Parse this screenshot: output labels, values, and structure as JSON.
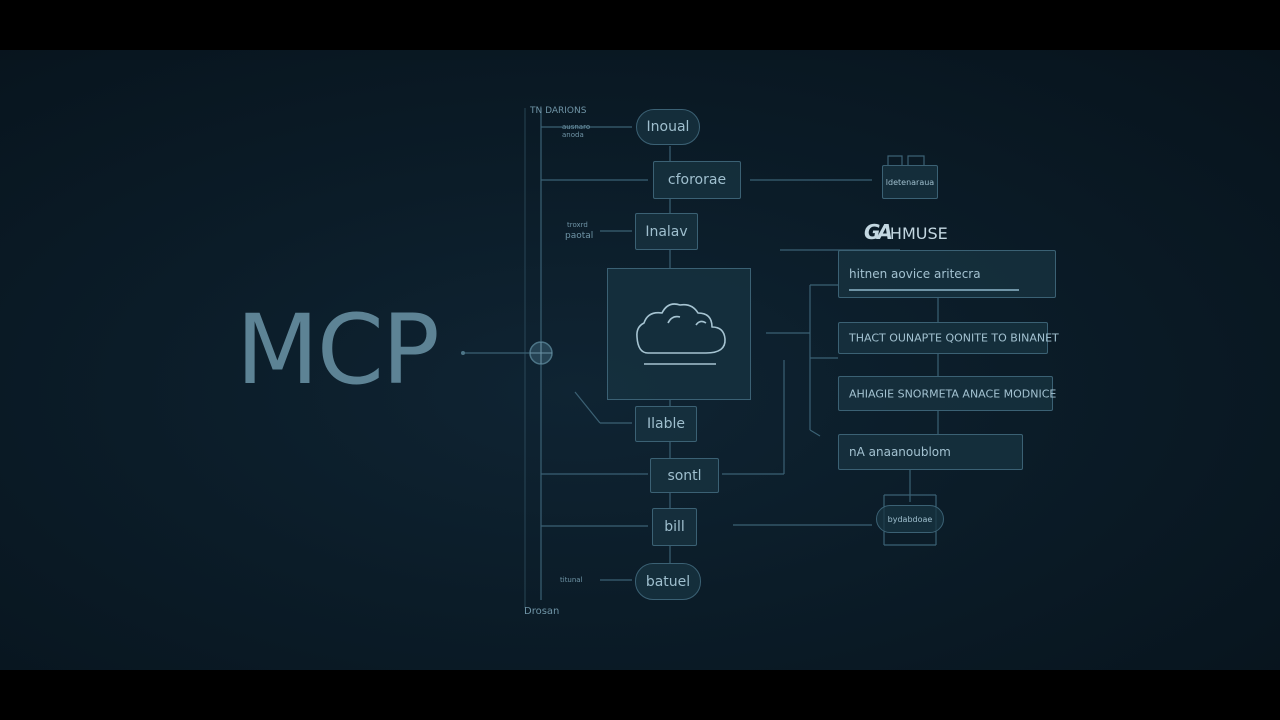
{
  "title": "MCP",
  "logo": {
    "mark": "GA",
    "text": "HMUSE"
  },
  "labels": {
    "top": "TN DARIONS",
    "top_sub_1": "ausnaro",
    "top_sub_2": "anoda",
    "left_1": "troxrd",
    "left_2": "paotal",
    "bottom_left": "titunal",
    "bottom": "Drosan"
  },
  "flow_nodes": [
    {
      "id": "input",
      "label": "Inoual",
      "shape": "pill"
    },
    {
      "id": "process",
      "label": "cfororae",
      "shape": "box"
    },
    {
      "id": "analyze",
      "label": "Inalav",
      "shape": "box"
    },
    {
      "id": "table",
      "label": "Ilable",
      "shape": "box"
    },
    {
      "id": "scroll",
      "label": "sontl",
      "shape": "box"
    },
    {
      "id": "bill",
      "label": "bill",
      "shape": "box"
    },
    {
      "id": "batch",
      "label": "batuel",
      "shape": "pill"
    }
  ],
  "right_top_node": "ldetenaraua",
  "right_bottom_node": "bydabdoae",
  "panels": [
    "hitnen aovice aritecra",
    "THACT OUNAPTE QONITE TO BINANET",
    "AHIAGIE SNORMETA ANACE MODNICE",
    "nA  anaanoublom"
  ],
  "colors": {
    "background": "#0b1c28",
    "line": "#3b6174",
    "text": "#9fbfce",
    "title": "#5d8395"
  }
}
